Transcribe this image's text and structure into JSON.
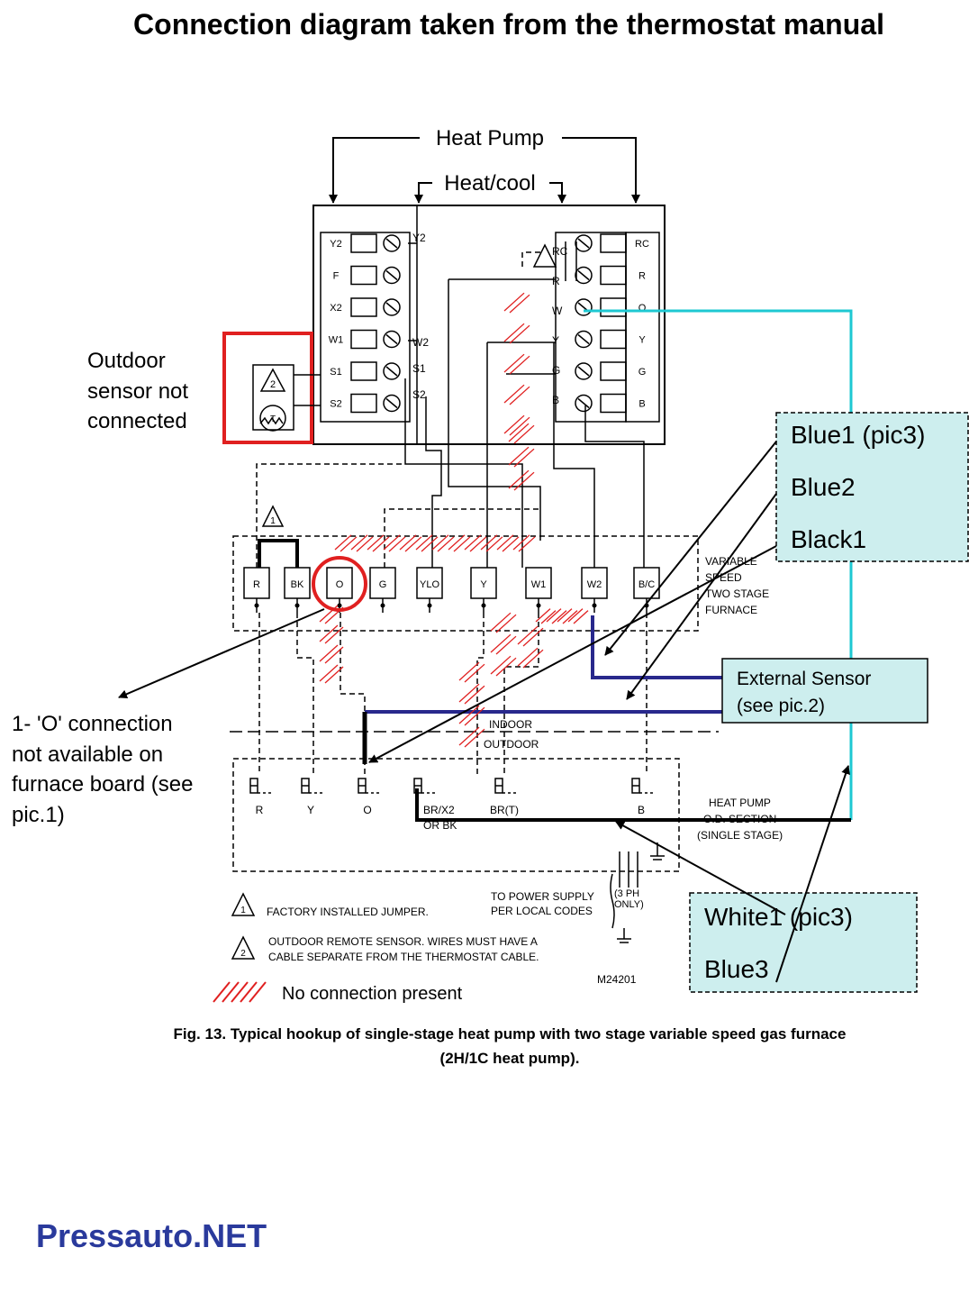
{
  "title": "Connection diagram taken from the thermostat manual",
  "top_labels": {
    "heat_pump": "Heat Pump",
    "heat_cool": "Heat/cool"
  },
  "thermostat": {
    "left_terminals": [
      "Y2",
      "F",
      "X2",
      "W1",
      "S1",
      "S2"
    ],
    "left_sublabels": [
      "Y2",
      "W2",
      "S1",
      "S2"
    ],
    "right_terminals": [
      "RC",
      "R",
      "O",
      "Y",
      "G",
      "B"
    ],
    "right_sublabels": [
      "RC",
      "R",
      "W",
      "Y",
      "G",
      "B"
    ]
  },
  "outdoor_sensor_note": [
    "Outdoor",
    "sensor not",
    "connected"
  ],
  "furnace_terminals": [
    "R",
    "BK",
    "O",
    "G",
    "YLO",
    "Y",
    "W1",
    "W2",
    "B/C"
  ],
  "furnace_label": [
    "VARIABLE",
    "SPEED",
    "TWO STAGE",
    "FURNACE"
  ],
  "heat_pump_terminals": [
    "R",
    "Y",
    "O",
    "BR/X2",
    "BR(T)",
    "B"
  ],
  "heat_pump_sub": "OR BK",
  "heat_pump_label": [
    "HEAT PUMP",
    "O.D. SECTION",
    "(SINGLE STAGE)"
  ],
  "indoor_label": "INDOOR",
  "outdoor_label": "OUTDOOR",
  "o_note": [
    "1-   'O' connection",
    "not available on",
    "furnace board (see",
    "pic.1)"
  ],
  "callout_blue": [
    "Blue1 (pic3)",
    "Blue2",
    "Black1"
  ],
  "callout_ext": [
    "External Sensor",
    "(see pic.2)"
  ],
  "callout_white": [
    "White1 (pic3)",
    "Blue3"
  ],
  "legend": {
    "jumper": "FACTORY INSTALLED JUMPER.",
    "remote_1": "OUTDOOR REMOTE SENSOR.  WIRES MUST HAVE A",
    "remote_2": "CABLE SEPARATE  FROM THE THERMOSTAT CABLE.",
    "no_connection": "No connection present",
    "power_1": "TO POWER SUPPLY",
    "power_2": "PER LOCAL CODES",
    "phase": [
      "(3 PH",
      "ONLY)"
    ],
    "code": "M24201"
  },
  "caption_1": "Fig. 13. Typical hookup of single-stage heat pump with two stage variable speed gas furnace",
  "caption_2": "(2H/1C heat pump).",
  "watermark": "Pressauto.NET",
  "colors": {
    "red": "#e02020",
    "cyan": "#1ec8d2",
    "navy": "#28288c",
    "callout_bg": "#cdeeee",
    "watermark": "#2a3a9c"
  }
}
